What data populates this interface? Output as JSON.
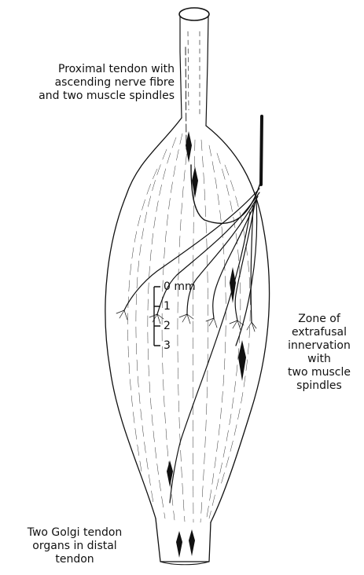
{
  "labels": {
    "proximal": [
      "Proximal tendon with",
      "ascending nerve fibre",
      "and two muscle spindles"
    ],
    "zone": [
      "Zone of",
      "extrafusal",
      "innervation",
      "with",
      "two muscle",
      "spindles"
    ],
    "golgi": [
      "Two Golgi tendon",
      "organs in distal",
      "tendon"
    ]
  },
  "scale": {
    "ticks": [
      "0 mm",
      "1",
      "2",
      "3"
    ]
  },
  "colors": {
    "ink": "#111111",
    "paper": "#ffffff"
  }
}
